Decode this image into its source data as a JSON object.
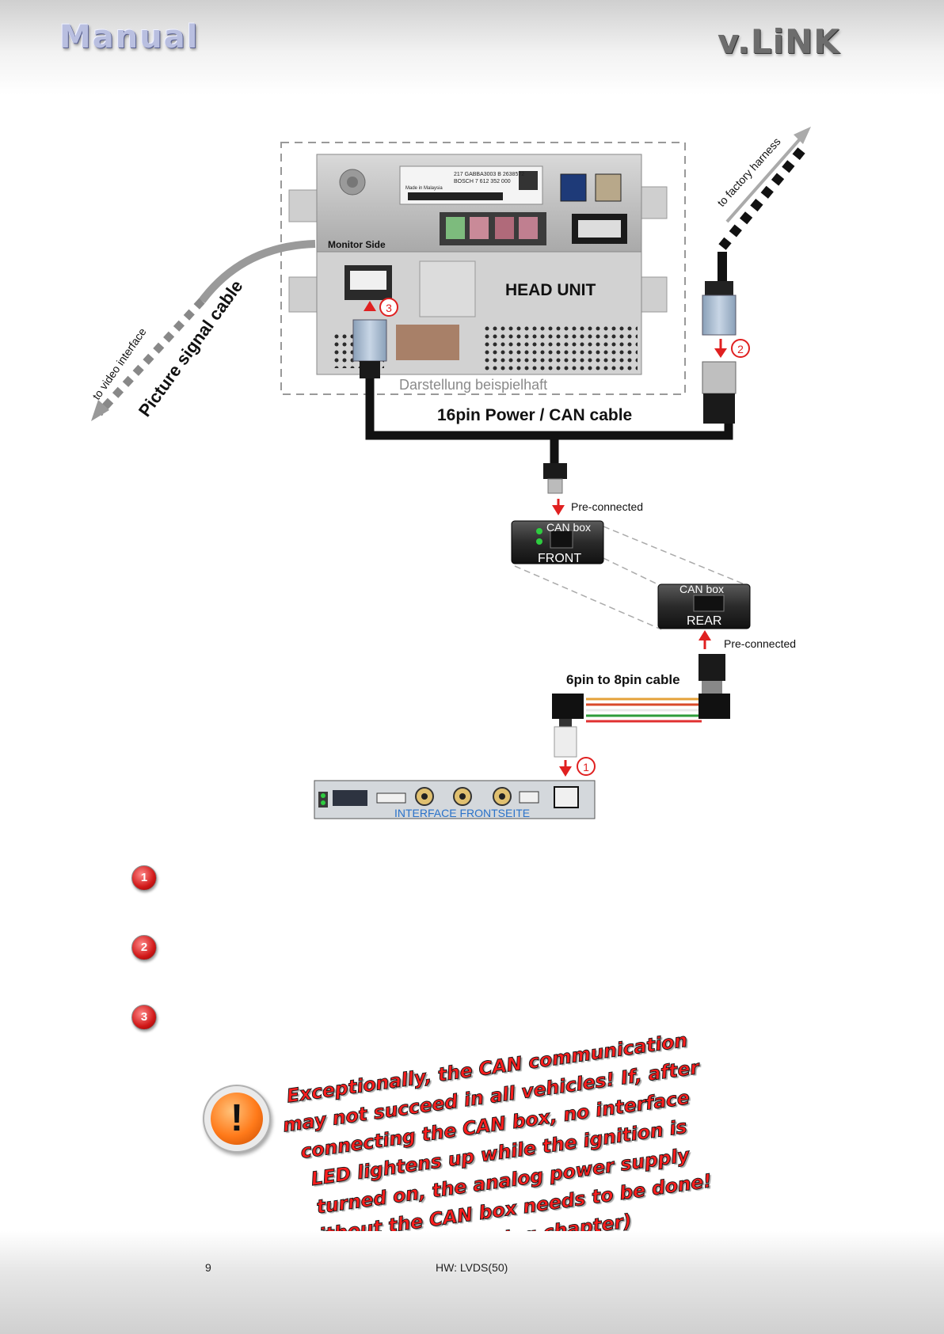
{
  "header": {
    "manual_logo": "Manual",
    "brand_logo": "v.LiNK"
  },
  "diagram": {
    "head_unit_label": "HEAD UNIT",
    "monitor_side_label": "Monitor Side",
    "example_note": "Darstellung beispielhaft",
    "power_cable_label": "16pin Power / CAN cable",
    "picture_cable_label": "Picture signal cable",
    "to_video_interface": "to video interface",
    "to_factory_harness": "to factory harness",
    "preconnected_front": "Pre-connected",
    "preconnected_rear": "Pre-connected",
    "canbox_front_title": "CAN box",
    "canbox_front_label": "FRONT",
    "canbox_rear_title": "CAN box",
    "canbox_rear_label": "REAR",
    "cable_6to8_label": "6pin to 8pin cable",
    "interface_label": "INTERFACE  FRONTSEITE",
    "head_unit_sticker_line1": "217 GABBA3003 B 2638572",
    "head_unit_sticker_line2": "BOSCH   7 612 352 000",
    "head_unit_sticker_line3": "Made in Malaysia",
    "marker_1": "1",
    "marker_2": "2",
    "marker_3": "3"
  },
  "steps": [
    {
      "number": "1"
    },
    {
      "number": "2"
    },
    {
      "number": "3"
    }
  ],
  "warning": {
    "icon": "exclamation-icon",
    "symbol": "!",
    "lines": [
      "Exceptionally, the CAN communication",
      "may not succeed in all vehicles! If, after",
      "connecting the CAN box, no interface",
      "LED lightens up while the ignition is",
      "turned on, the analog power supply",
      "without the CAN box needs to be done!",
      "(see following chapter)"
    ]
  },
  "footer": {
    "page_number": "9",
    "hw_label": "HW: LVDS(50)"
  }
}
